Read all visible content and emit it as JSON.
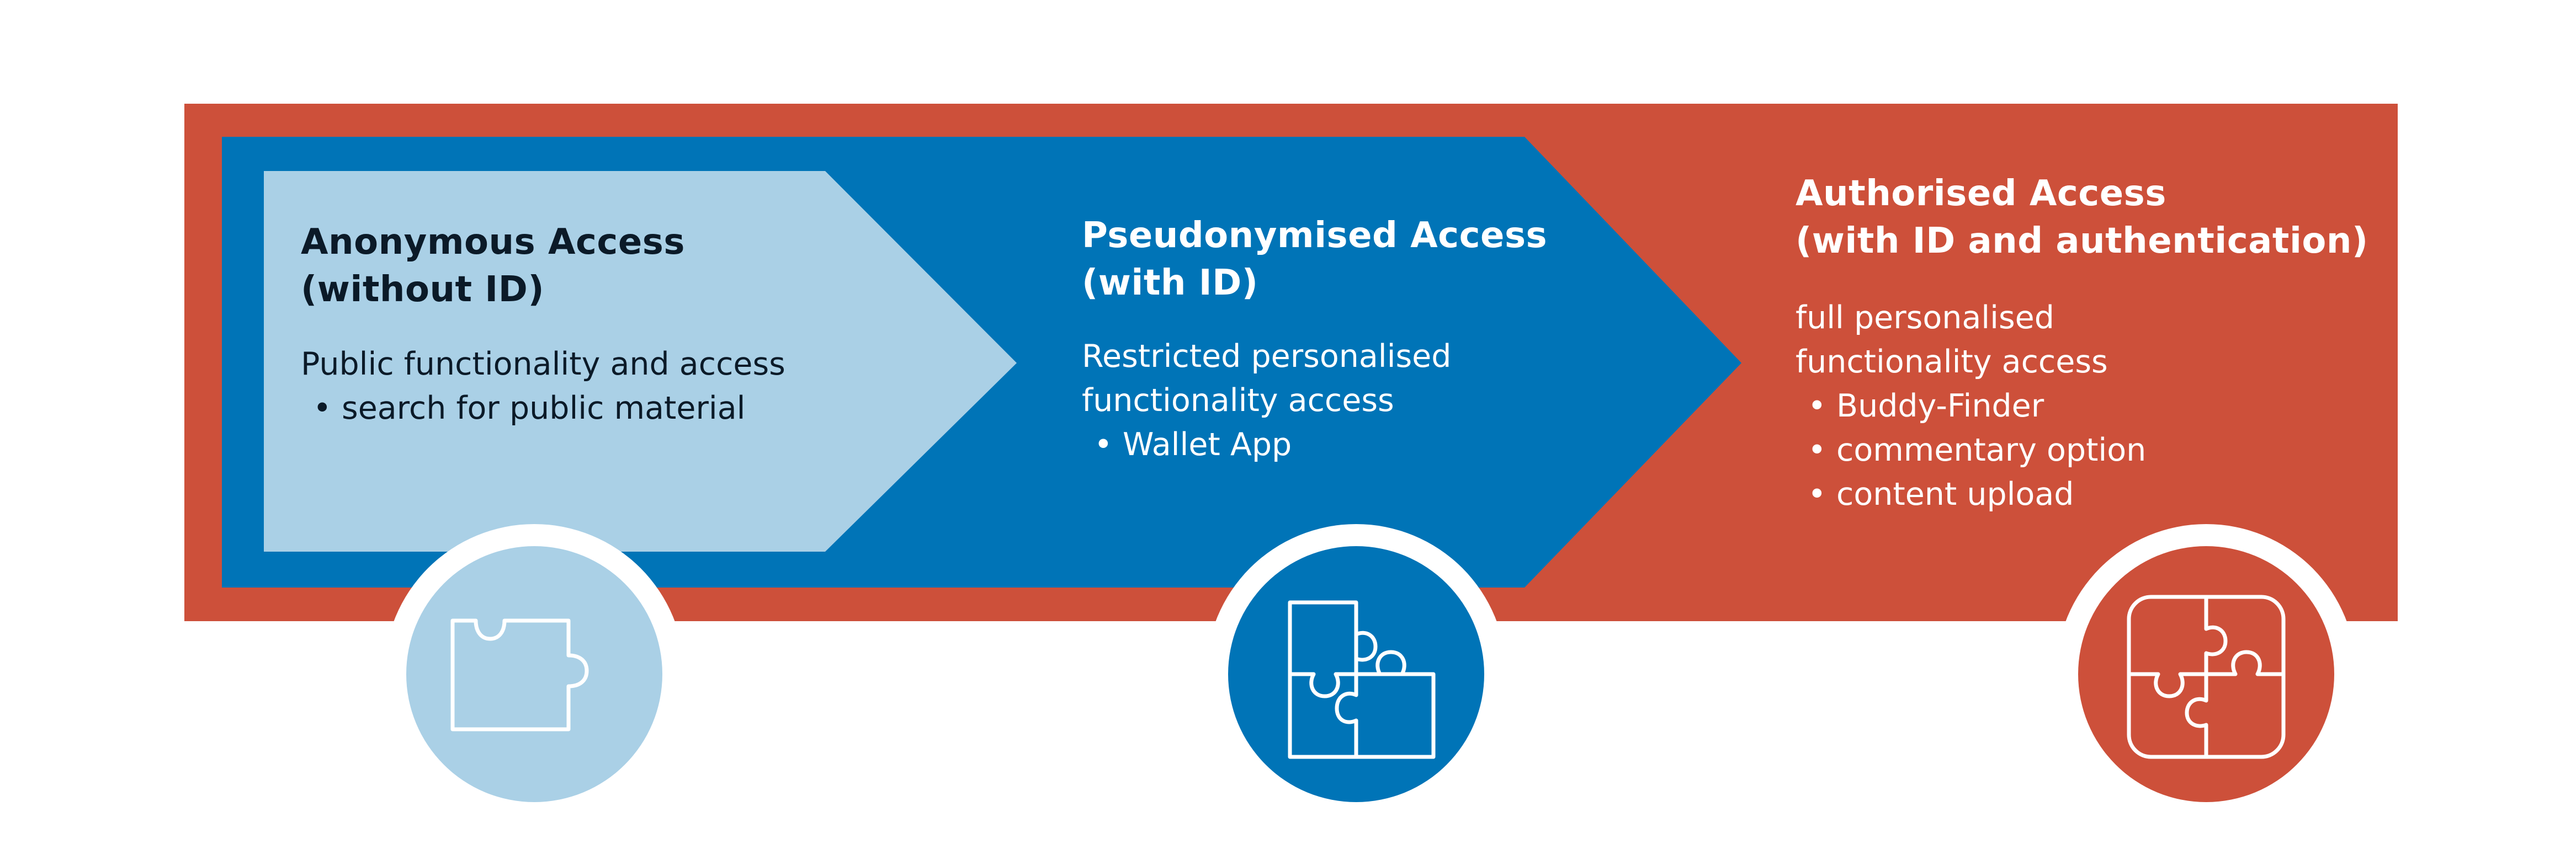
{
  "colors": {
    "background": "#ffffff",
    "authorised": "#cd503a",
    "pseudonymised": "#0074b7",
    "anonymous": "#aad0e6",
    "dark_text": "#0b1a28",
    "light_text": "#ffffff"
  },
  "levels": [
    {
      "title": [
        "Anonymous Access",
        "(without ID)"
      ],
      "description": [
        "Public functionality and access"
      ],
      "bullets": [
        "search for public material"
      ],
      "icon": "single-puzzle-piece-icon"
    },
    {
      "title": [
        "Pseudonymised Access",
        "(with ID)"
      ],
      "description": [
        "Restricted personalised",
        "functionality access"
      ],
      "bullets": [
        "Wallet App"
      ],
      "icon": "three-puzzle-pieces-icon"
    },
    {
      "title": [
        "Authorised Access",
        "(with ID and authentication)"
      ],
      "description": [
        "full personalised",
        "functionality access"
      ],
      "bullets": [
        "Buddy-Finder",
        "commentary option",
        "content upload"
      ],
      "icon": "four-puzzle-pieces-icon"
    }
  ]
}
